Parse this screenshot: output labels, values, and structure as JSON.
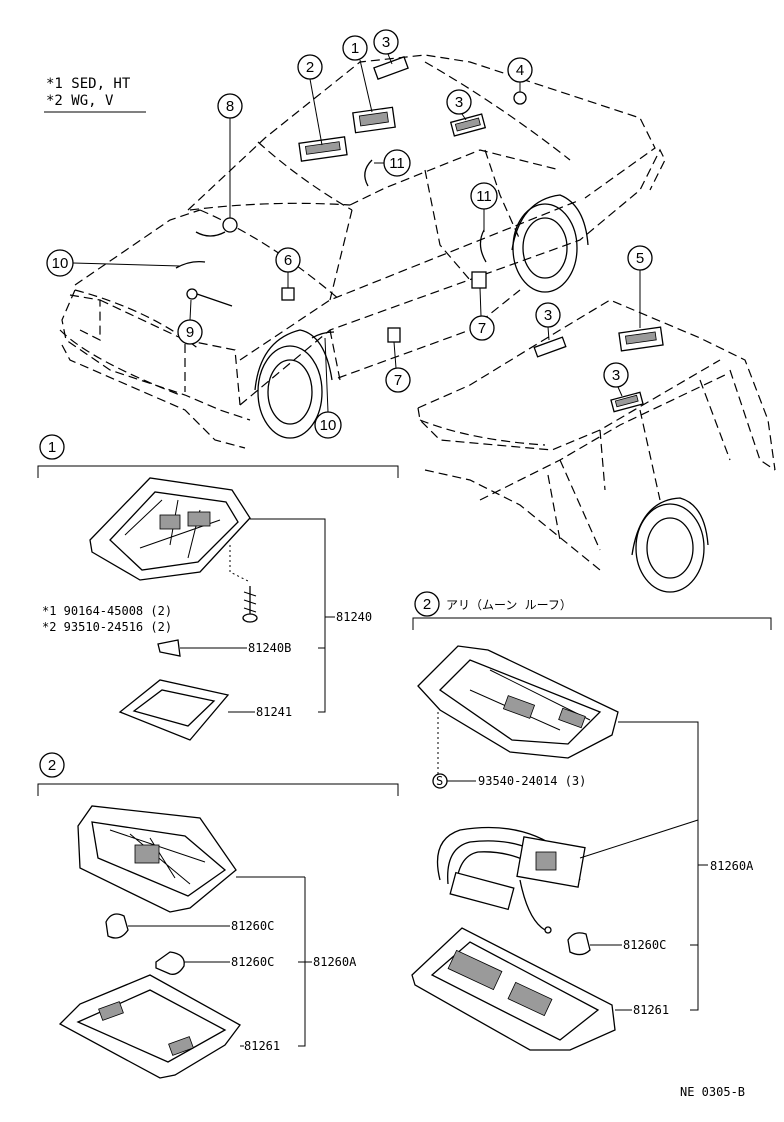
{
  "notes": {
    "line1": "*1  SED, HT",
    "line2": "*2  WG, V"
  },
  "callouts": {
    "c1": "1",
    "c2": "2",
    "c3": "3",
    "c4": "4",
    "c5": "5",
    "c6": "6",
    "c7": "7",
    "c8": "8",
    "c9": "9",
    "c10": "10",
    "c11": "11",
    "cS": "S"
  },
  "section1": {
    "number": "1",
    "screw_line1": "*1  90164-45008 (2)",
    "screw_line2": "*2  93510-24516 (2)",
    "part_main": "81240",
    "part_bulb": "81240B",
    "part_lens": "81241"
  },
  "section2_left": {
    "number": "2",
    "part_bulb_a": "81260C",
    "part_bulb_b": "81260C",
    "part_assy": "81260A",
    "part_lens": "81261"
  },
  "section2_right": {
    "number": "2",
    "title": "アリ（ムーン ルーフ）",
    "screw": "93540-24014 (3)",
    "part_assy": "81260A",
    "part_bulb": "81260C",
    "part_lens": "81261"
  },
  "footer": {
    "code": "NE  0305-B"
  }
}
